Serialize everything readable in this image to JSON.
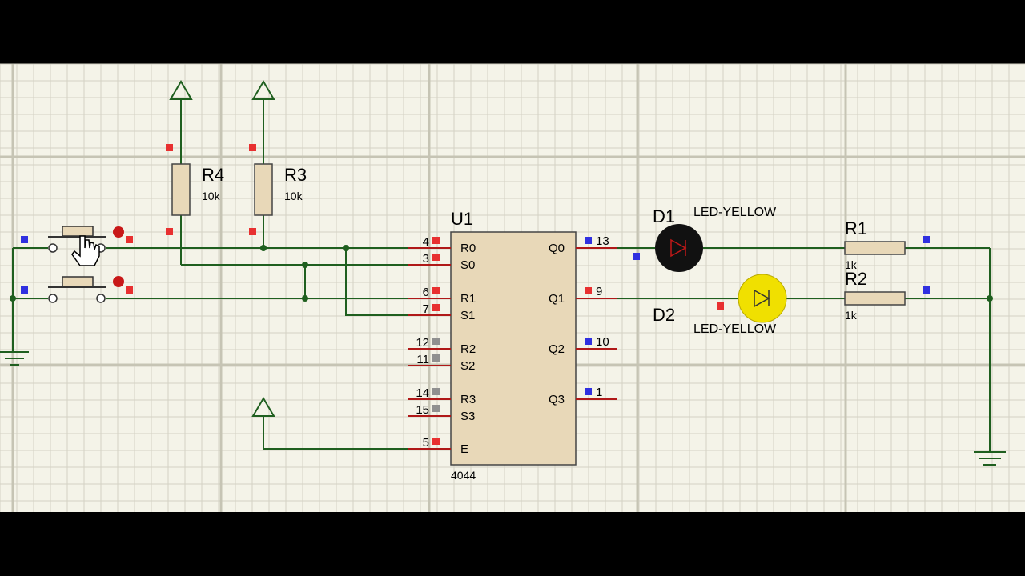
{
  "components": {
    "r4": {
      "ref": "R4",
      "value": "10k"
    },
    "r3": {
      "ref": "R3",
      "value": "10k"
    },
    "r1": {
      "ref": "R1",
      "value": "1k"
    },
    "r2": {
      "ref": "R2",
      "value": "1k"
    },
    "d1": {
      "ref": "D1",
      "type": "LED-YELLOW",
      "state": "off"
    },
    "d2": {
      "ref": "D2",
      "type": "LED-YELLOW",
      "state": "on"
    },
    "u1": {
      "ref": "U1",
      "part": "4044",
      "left_pins": [
        {
          "num": "4",
          "name": "R0"
        },
        {
          "num": "3",
          "name": "S0"
        },
        {
          "num": "6",
          "name": "R1"
        },
        {
          "num": "7",
          "name": "S1"
        },
        {
          "num": "12",
          "name": "R2"
        },
        {
          "num": "11",
          "name": "S2"
        },
        {
          "num": "14",
          "name": "R3"
        },
        {
          "num": "15",
          "name": "S3"
        },
        {
          "num": "5",
          "name": "E"
        }
      ],
      "right_pins": [
        {
          "num": "13",
          "name": "Q0"
        },
        {
          "num": "9",
          "name": "Q1"
        },
        {
          "num": "10",
          "name": "Q2"
        },
        {
          "num": "1",
          "name": "Q3"
        }
      ]
    }
  },
  "colors": {
    "grid_minor": "#d4d2c4",
    "grid_major": "#c6c4b4",
    "background": "#f4f3e8",
    "wire": "#1f5f1f",
    "component_body": "#e8d8b8",
    "pin_high": "#e83030",
    "pin_low": "#3030e0",
    "pin_float": "#909090",
    "led_on": "#f0e000",
    "led_off": "#111111"
  }
}
